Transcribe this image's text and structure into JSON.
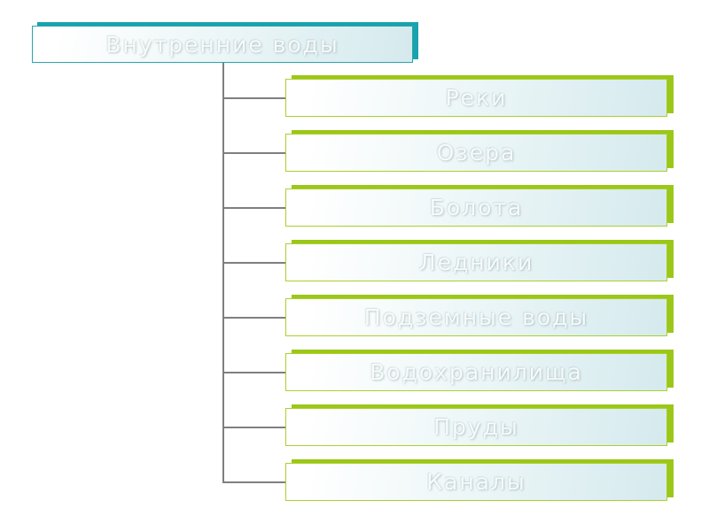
{
  "diagram": {
    "root": {
      "label": "Внутренние воды"
    },
    "children": [
      {
        "label": "Реки"
      },
      {
        "label": "Озера"
      },
      {
        "label": "Болота"
      },
      {
        "label": "Ледники"
      },
      {
        "label": "Подземные воды"
      },
      {
        "label": "Водохранилища"
      },
      {
        "label": "Пруды"
      },
      {
        "label": "Каналы"
      }
    ],
    "colors": {
      "root_accent": "#18A3AD",
      "root_border": "#2AA7AE",
      "child_accent": "#9BC718",
      "child_border": "#ABD02C",
      "connector": "#7F7F7F",
      "fill_start": "#FFFFFF",
      "fill_end": "#D5EAEE"
    }
  }
}
